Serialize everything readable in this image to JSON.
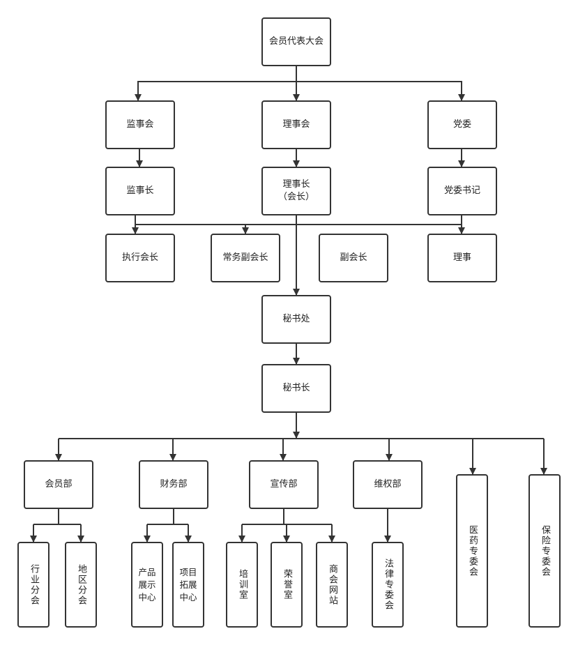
{
  "colors": {
    "line": "#333333",
    "border": "#333333",
    "text": "#222222",
    "background": "#ffffff"
  },
  "nodes": {
    "congress": "会员代表大会",
    "supervisory_board": "监事会",
    "council": "理事会",
    "party_committee": "党委",
    "chief_supervisor": "监事长",
    "chairman": "理事长\n（会长）",
    "party_secretary": "党委书记",
    "executive_president": "执行会长",
    "standing_vice_president": "常务副会长",
    "vice_president": "副会长",
    "director": "理事",
    "secretariat": "秘书处",
    "secretary_general": "秘书长",
    "membership_dept": "会员部",
    "finance_dept": "财务部",
    "publicity_dept": "宣传部",
    "rights_dept": "维权部",
    "medical_committee": "医药专委会",
    "insurance_committee": "保险专委会",
    "industry_branch": "行业分会",
    "regional_branch": "地区分会",
    "product_center": "产品\n展示\n中心",
    "project_center": "项目\n拓展\n中心",
    "training_room": "培训室",
    "honor_room": "荣誉室",
    "chamber_website": "商会网站",
    "legal_committee": "法律专委会"
  }
}
